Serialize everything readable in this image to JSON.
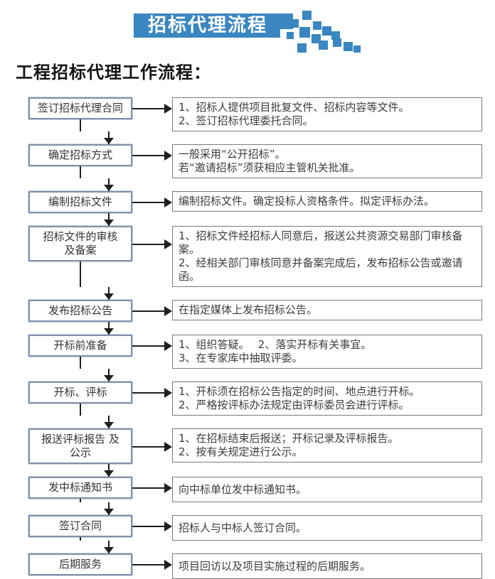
{
  "banner": {
    "title": "招标代理流程"
  },
  "heading": "工程招标代理工作流程：",
  "colors": {
    "accent_blue": "#3A86C0",
    "stage_box_border": "#8191A9",
    "desc_box_border": "#7B7B7B",
    "arrow": "#1F1F1F",
    "banner_text": "#FFFFFF"
  },
  "flow": {
    "steps": [
      {
        "stage": [
          "签订招标代理合同"
        ],
        "desc": [
          "1、招标人提供项目批复文件、招标内容等文件。",
          "2、签订招标代理委托合同。"
        ]
      },
      {
        "stage": [
          "确定招标方式"
        ],
        "desc": [
          "一般采用“公开招标”。",
          "若“邀请招标”须获相应主管机关批准。"
        ]
      },
      {
        "stage": [
          "编制招标文件"
        ],
        "desc": [
          "编制招标文件。确定投标人资格条件。拟定评标办法。"
        ]
      },
      {
        "stage": [
          "招标文件的审核",
          "及备案"
        ],
        "desc": [
          "1、招标文件经招标人同意后，报送公共资源交易部门审核备案。",
          "2、经相关部门审核同意并备案完成后，发布招标公告或邀请函。"
        ]
      },
      {
        "stage": [
          "发布招标公告"
        ],
        "desc": [
          "在指定媒体上发布招标公告。"
        ]
      },
      {
        "stage": [
          "开标前准备"
        ],
        "desc": [
          "1、组织答疑。　 2、落实开标有关事宜。",
          "3、在专家库中抽取评委。"
        ]
      },
      {
        "stage": [
          "开标、评标"
        ],
        "desc": [
          "1、开标须在招标公告指定的时间、地点进行开标。",
          "2、严格按评标办法规定由评标委员会进行评标。"
        ]
      },
      {
        "stage": [
          "报送评标报告 及",
          "公示"
        ],
        "desc": [
          "1、在招标结束后报送；开标记录及评标报告。",
          "2、按有关规定进行公示。"
        ]
      },
      {
        "stage": [
          "发中标通知书"
        ],
        "desc": [
          "向中标单位发中标通知书。"
        ]
      },
      {
        "stage": [
          "签订合同"
        ],
        "desc": [
          "招标人与中标人签订合同。"
        ]
      },
      {
        "stage": [
          "后期服务"
        ],
        "desc": [
          "项目回访以及项目实施过程的后期服务。"
        ]
      }
    ]
  }
}
